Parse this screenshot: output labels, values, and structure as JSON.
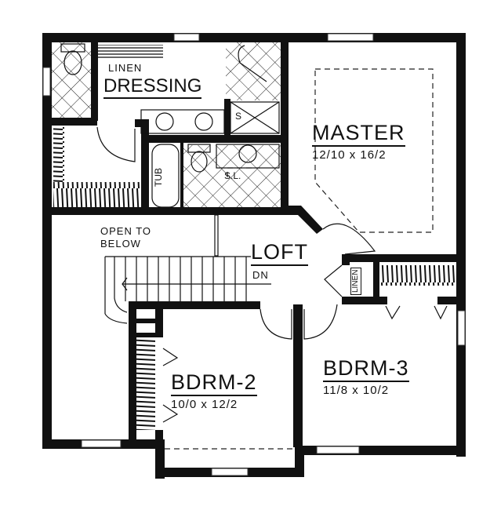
{
  "plan": {
    "type": "second-floor-plan",
    "rooms": {
      "master": {
        "name": "MASTER",
        "dims": "12/10 x 16/2"
      },
      "bdrm2": {
        "name": "BDRM-2",
        "dims": "10/0 x 12/2"
      },
      "bdrm3": {
        "name": "BDRM-3",
        "dims": "11/8 x 10/2"
      },
      "loft": {
        "name": "LOFT"
      },
      "dressing": {
        "name": "DRESSING"
      }
    },
    "labels": {
      "linen_top": "LINEN",
      "linen_side": "LINEN",
      "open_to_below_1": "OPEN TO",
      "open_to_below_2": "BELOW",
      "stair_dn": "DN",
      "tub": "TUB",
      "shower": "S",
      "sink_cabinet": "S.L."
    },
    "colors": {
      "wall": "#111111",
      "background": "#ffffff"
    }
  }
}
